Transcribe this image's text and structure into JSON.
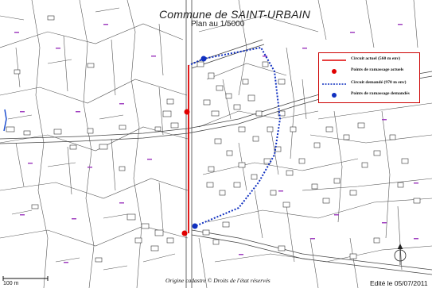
{
  "map": {
    "title": "Commune de SAINT-URBAIN",
    "subtitle": "Plan au 1/5000",
    "footer_origin": "Origine cadastre © Droits de l'état réservés",
    "footer_edit": "Edité le 05/07/2011",
    "scale_label": "100 m"
  },
  "legend": {
    "items": [
      {
        "label": "Circuit actuel (560 m env)",
        "symbol": "solid-red-line",
        "color": "#e00000"
      },
      {
        "label": "Points de ramassage actuels",
        "symbol": "red-dot",
        "color": "#e00000"
      },
      {
        "label": "Circuit demandé (970 m env)",
        "symbol": "dotted-blue-line",
        "color": "#1030c0"
      },
      {
        "label": "Points de ramassage demandés",
        "symbol": "blue-dot",
        "color": "#1030c0"
      }
    ]
  },
  "colors": {
    "current_route": "#e00000",
    "requested_route": "#1030c0",
    "parcel_lines": "#555555",
    "building_outline": "#333333",
    "legend_border": "#c00000"
  }
}
